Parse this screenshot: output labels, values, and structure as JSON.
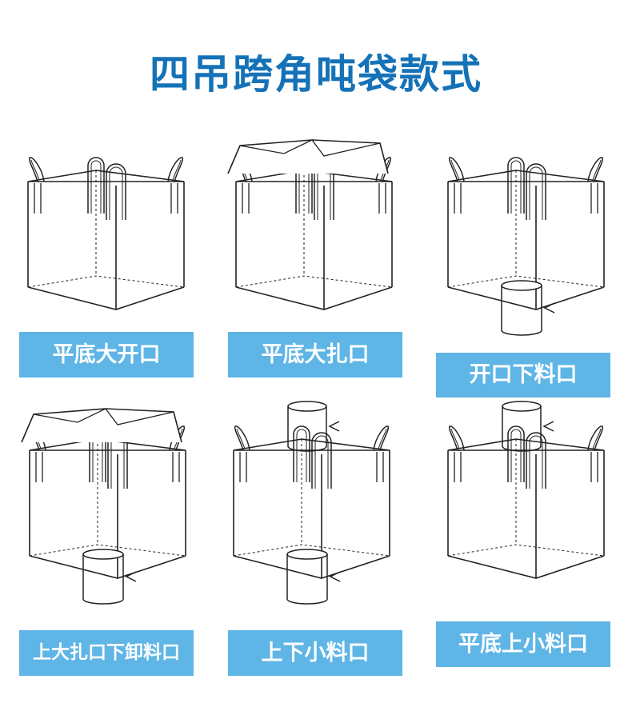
{
  "title": "四吊跨角吨袋款式",
  "styles": [
    {
      "name": "平底大开口",
      "top": "open",
      "bottom": "flat"
    },
    {
      "name": "平底大扎口",
      "top": "duffle",
      "bottom": "flat"
    },
    {
      "name": "开口下料口",
      "top": "open",
      "bottom": "spout"
    },
    {
      "name": "上大扎口下卸料口",
      "top": "duffle",
      "bottom": "spout"
    },
    {
      "name": "上下小料口",
      "top": "spout",
      "bottom": "spout"
    },
    {
      "name": "平底上小料口",
      "top": "spout",
      "bottom": "flat"
    }
  ],
  "colors": {
    "title": "#1572b7",
    "label_bg": "#5eb5e6",
    "label_text": "#ffffff",
    "line": "#222222"
  }
}
